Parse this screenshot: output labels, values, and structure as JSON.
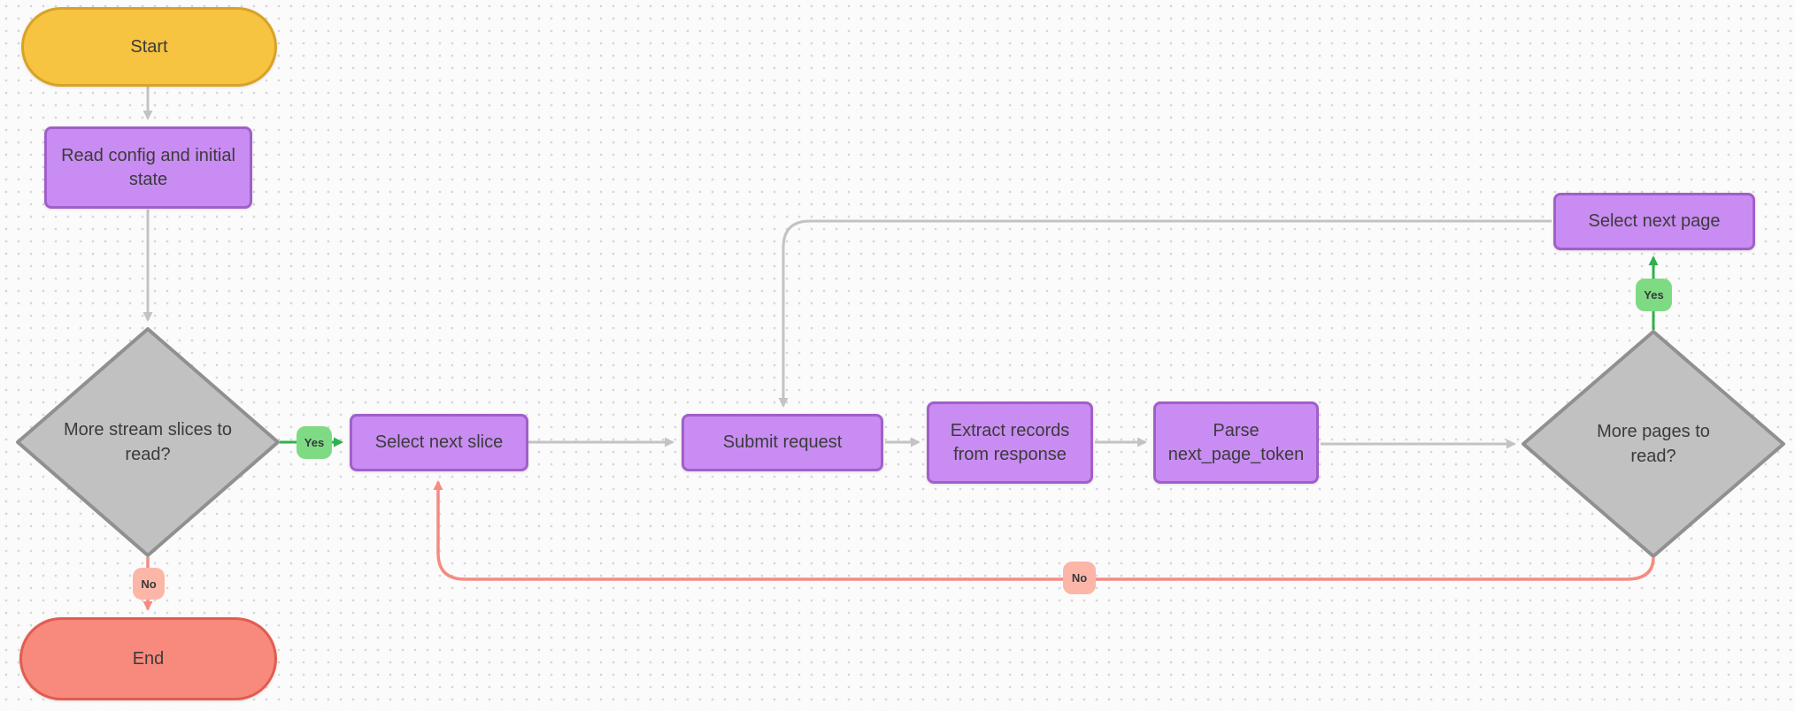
{
  "diagram": {
    "type": "flowchart",
    "nodes": {
      "start": "Start",
      "read_config": "Read config and initial state",
      "more_slices": "More stream slices to read?",
      "select_next_slice": "Select next slice",
      "submit_request": "Submit request",
      "extract_records": "Extract records from response",
      "parse_next_page_token": "Parse next_page_token",
      "more_pages": "More pages to read?",
      "select_next_page": "Select next page",
      "end": "End"
    },
    "edge_labels": {
      "more_slices_yes": "Yes",
      "more_slices_no": "No",
      "more_pages_yes": "Yes",
      "more_pages_no": "No"
    },
    "edges": [
      {
        "from": "start",
        "to": "read_config",
        "color": "gray"
      },
      {
        "from": "read_config",
        "to": "more_slices",
        "color": "gray"
      },
      {
        "from": "more_slices",
        "to": "select_next_slice",
        "label": "Yes",
        "color": "green"
      },
      {
        "from": "more_slices",
        "to": "end",
        "label": "No",
        "color": "red"
      },
      {
        "from": "select_next_slice",
        "to": "submit_request",
        "color": "gray"
      },
      {
        "from": "submit_request",
        "to": "extract_records",
        "color": "gray"
      },
      {
        "from": "extract_records",
        "to": "parse_next_page_token",
        "color": "gray"
      },
      {
        "from": "parse_next_page_token",
        "to": "more_pages",
        "color": "gray"
      },
      {
        "from": "more_pages",
        "to": "select_next_page",
        "label": "Yes",
        "color": "green"
      },
      {
        "from": "select_next_page",
        "to": "submit_request",
        "color": "gray"
      },
      {
        "from": "more_pages",
        "to": "select_next_slice",
        "label": "No",
        "color": "red"
      }
    ],
    "colors": {
      "process_fill": "#C98CF2",
      "process_border": "#A15FC9",
      "start_fill": "#F6C440",
      "start_border": "#D9A226",
      "end_fill": "#F8897D",
      "end_border": "#E25C50",
      "decision_fill": "#C1C1C1",
      "decision_border": "#909090",
      "yes_badge_fill": "#7FDA84",
      "no_badge_fill": "#FBB6A8",
      "edge_gray": "#C3C3C3",
      "edge_green": "#2FB04E",
      "edge_red": "#F68B81",
      "text": "#3B3B3B",
      "background": "#FBFBFB"
    }
  }
}
